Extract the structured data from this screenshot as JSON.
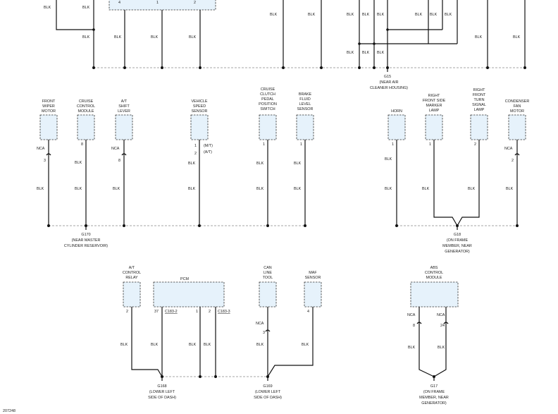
{
  "figure_id": "207248",
  "wire_color": "BLK",
  "not_used_label": "NCA",
  "top_section": {
    "top_box_pins": [
      "4",
      "1",
      "2"
    ],
    "ground": {
      "id": "G15",
      "location": [
        "(NEAR AIR",
        "CLEANER HOUSING)"
      ]
    }
  },
  "middle_section": {
    "components": [
      {
        "name": [
          "FRONT",
          "WIPER",
          "MOTOR"
        ],
        "pin": "3",
        "nca": true
      },
      {
        "name": [
          "CRUISE",
          "CONTROL",
          "MODULE"
        ],
        "pin": "8",
        "nca": false
      },
      {
        "name": [
          "A/T",
          "SHIFT",
          "LEVER"
        ],
        "pin": "8",
        "nca": true
      },
      {
        "name": [
          "VEHICLE",
          "SPEED",
          "SENSOR"
        ],
        "pin": "1",
        "pin2": "2",
        "pin_note": "(M/T)",
        "pin2_note": "(A/T)",
        "nca": false
      },
      {
        "name": [
          "CRUISE",
          "CLUTCH",
          "PEDAL",
          "POSITION",
          "SWITCH"
        ],
        "pin": "1",
        "nca": false
      },
      {
        "name": [
          "BRAKE",
          "FLUID",
          "LEVEL",
          "SENSOR"
        ],
        "pin": "1",
        "nca": false
      },
      {
        "name": [
          "HORN"
        ],
        "pin": "1",
        "nca": false
      },
      {
        "name": [
          "RIGHT",
          "FRONT SIDE",
          "MARKER",
          "LAMP"
        ],
        "pin": "1",
        "nca": false
      },
      {
        "name": [
          "RIGHT",
          "FRONT",
          "TURN",
          "SIGNAL",
          "LAMP"
        ],
        "pin": "2",
        "nca": false
      },
      {
        "name": [
          "CONDENSER",
          "FAN",
          "MOTOR"
        ],
        "pin": "2",
        "nca": true
      }
    ],
    "grounds": [
      {
        "id": "G170",
        "location": [
          "(NEAR MASTER",
          "CYLINDER RESERVOIR)"
        ]
      },
      {
        "id": "G18",
        "location": [
          "(ON FRAME",
          "MEMBER, NEAR",
          "GENERATOR)"
        ]
      }
    ]
  },
  "bottom_section": {
    "components": [
      {
        "name": [
          "A/T",
          "CONTROL",
          "RELAY"
        ],
        "pin": "2"
      },
      {
        "name": [
          "PCM"
        ],
        "pins": [
          "37",
          "1",
          "2"
        ],
        "connectors": [
          "C183-2",
          "C183-3"
        ]
      },
      {
        "name": [
          "CAN",
          "LINE",
          "TOOL"
        ],
        "pin": "3",
        "nca": true
      },
      {
        "name": [
          "MAF",
          "SENSOR"
        ],
        "pin": "4"
      },
      {
        "name": [
          "ABS",
          "CONTROL",
          "MODULE"
        ],
        "pins": [
          "8",
          "24"
        ],
        "nca": true
      }
    ],
    "grounds": [
      {
        "id": "G168",
        "location": [
          "(LOWER LEFT",
          "SIDE OF DASH)"
        ]
      },
      {
        "id": "G169",
        "location": [
          "(LOWER LEFT",
          "SIDE OF DASH)"
        ]
      },
      {
        "id": "G17",
        "location": [
          "(ON FRAME",
          "MEMBER, NEAR",
          "GENERATOR)"
        ]
      }
    ]
  }
}
